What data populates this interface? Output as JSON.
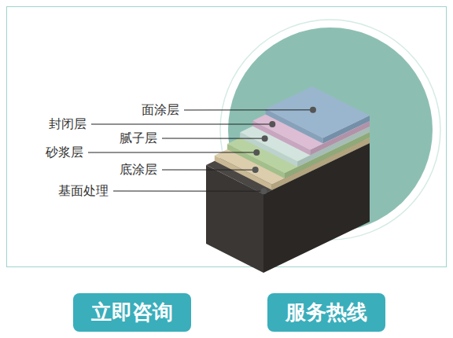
{
  "diagram": {
    "nodes": [
      {
        "text": [
          "立即咨询"
        ]
      },
      {
        "text": [
          "服务热线"
        ]
      }
    ],
    "labels": [
      "面涂层",
      "封闭层",
      "腻子层",
      "砂浆层",
      "底涂层",
      "基面处理"
    ]
  }
}
